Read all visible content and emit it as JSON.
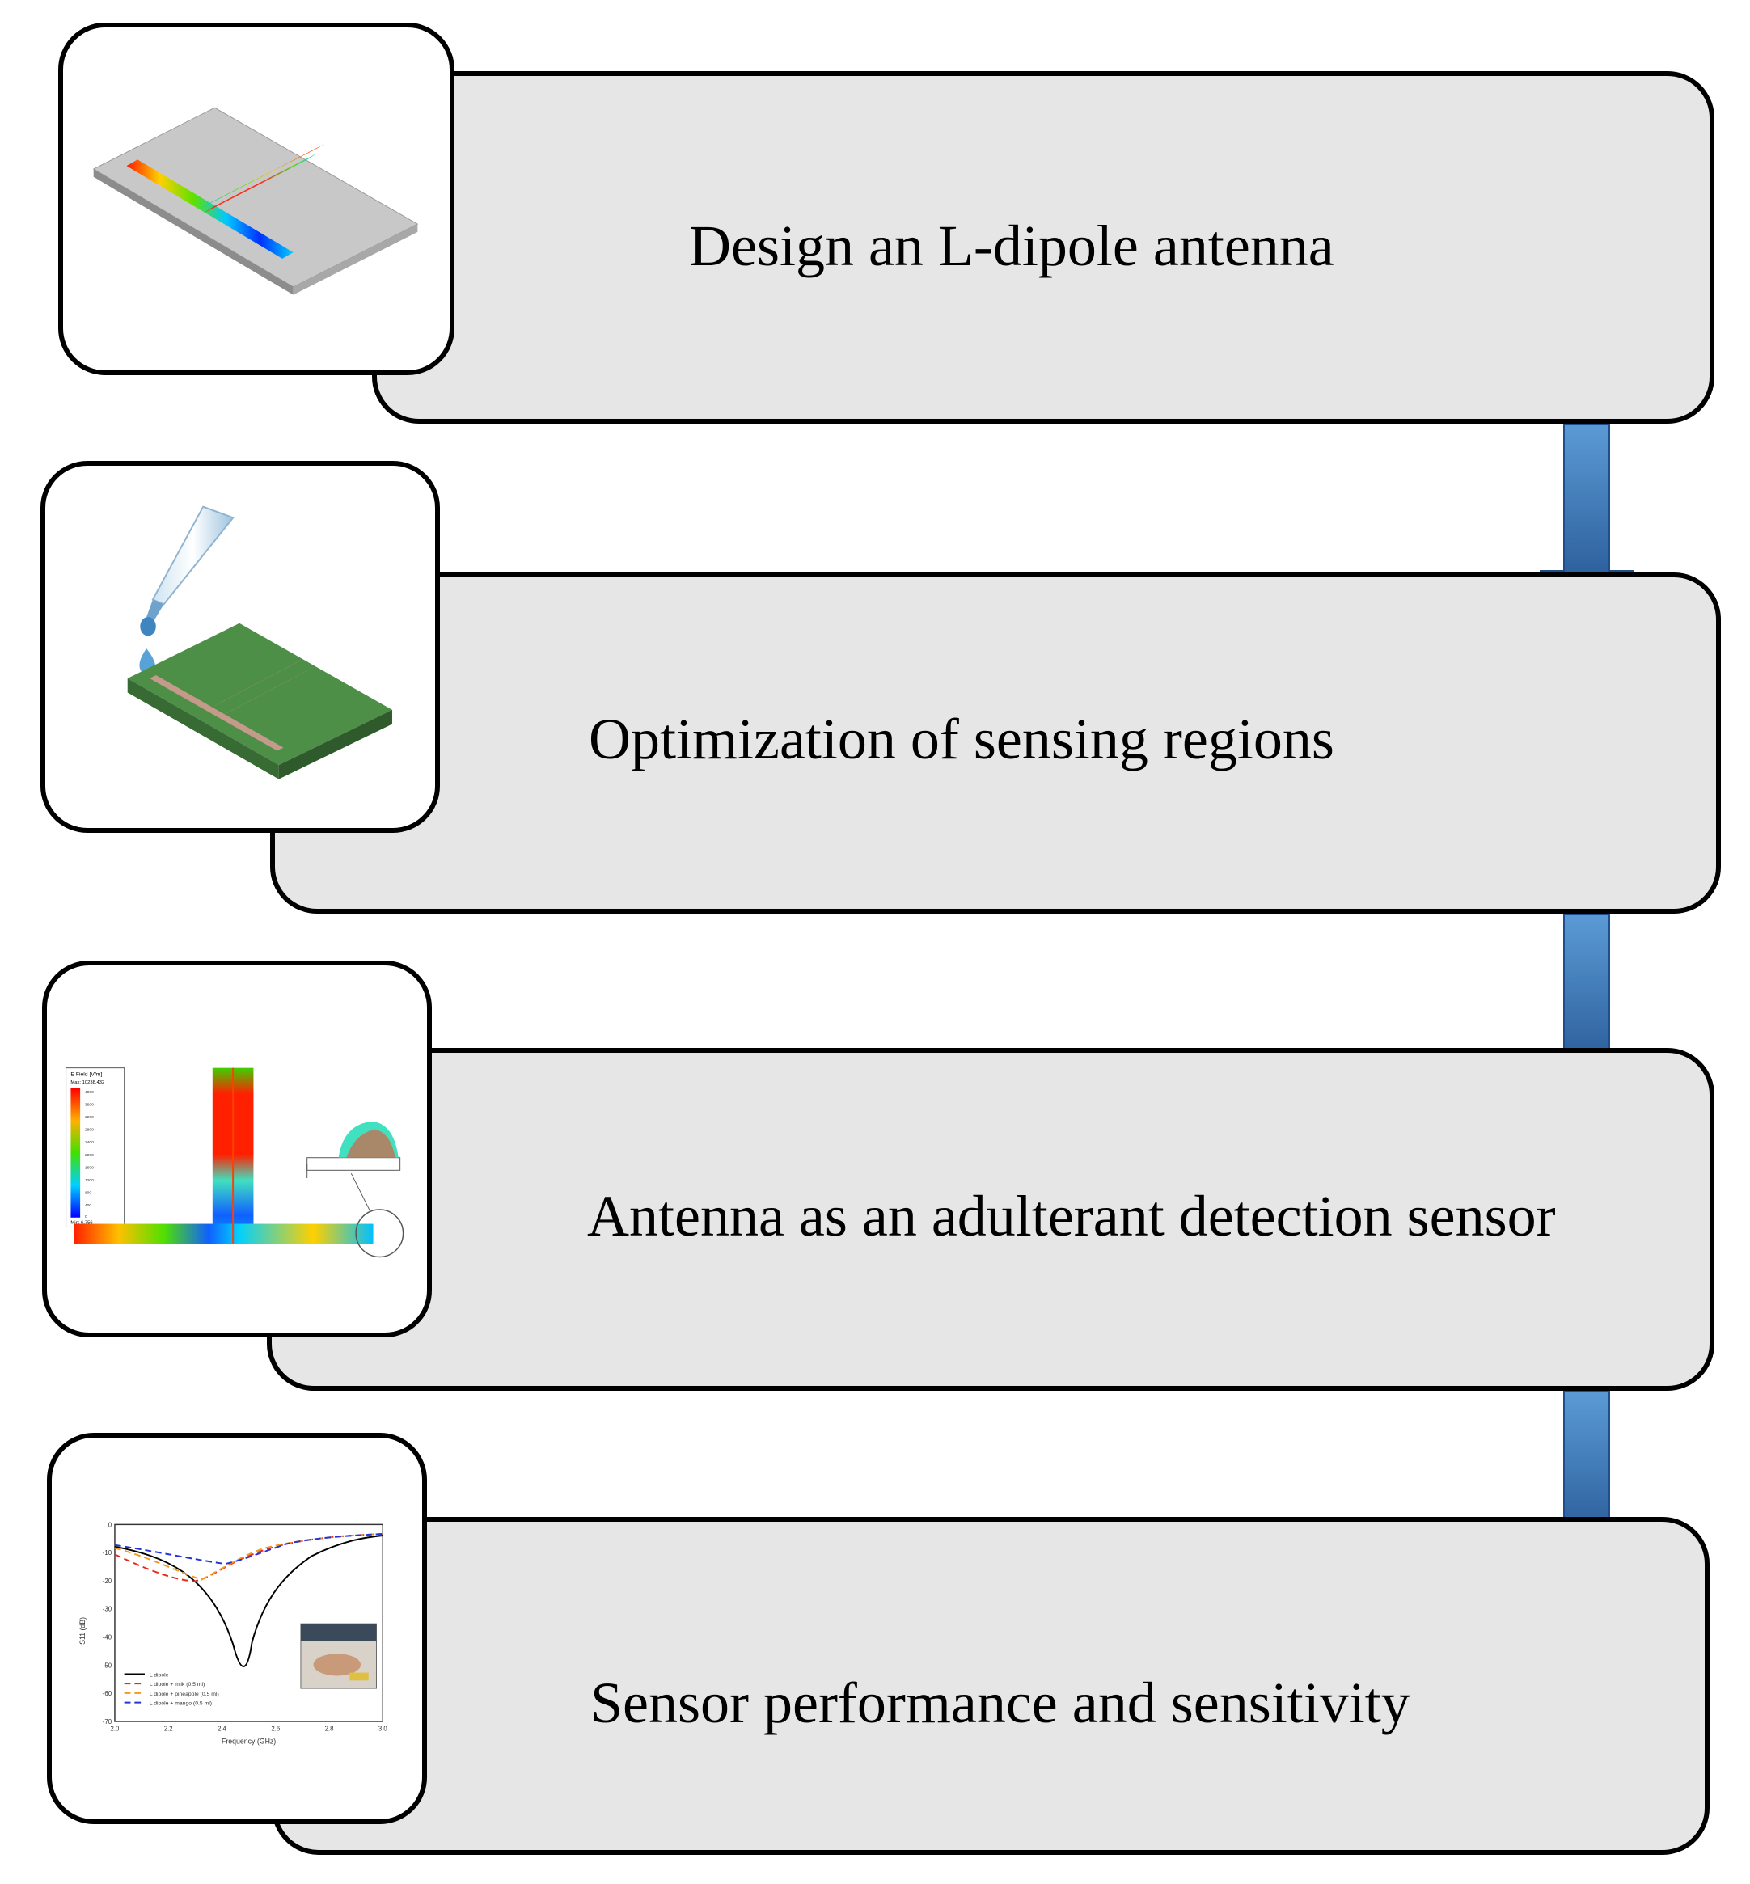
{
  "stages": [
    {
      "label": "Design an L-dipole antenna",
      "icon": "l-dipole-antenna-field-render"
    },
    {
      "label": "Optimization of sensing regions",
      "icon": "pipette-dropping-on-antenna-board"
    },
    {
      "label": "Antenna as an adulterant detection sensor",
      "icon": "e-field-distribution-map"
    },
    {
      "label": "Sensor performance and sensitivity",
      "icon": "s11-frequency-response-plot"
    }
  ],
  "efield_legend": {
    "title": "E Field [V/m]",
    "max": "Max: 10238.432",
    "min": "Min: 6.756",
    "ticks": [
      "4000",
      "3600",
      "3200",
      "2800",
      "2400",
      "2000",
      "1600",
      "1200",
      "800",
      "400",
      "0"
    ]
  },
  "s11_plot": {
    "ylabel": "S11 (dB)",
    "xlabel": "Frequency (GHz)",
    "xticks": [
      "2.0",
      "2.2",
      "2.4",
      "2.6",
      "2.8",
      "3.0"
    ],
    "yticks": [
      "0",
      "-10",
      "-20",
      "-30",
      "-40",
      "-50",
      "-60",
      "-70"
    ],
    "legend": [
      {
        "name": "L dipole",
        "color": "#000000",
        "dash": ""
      },
      {
        "name": "L dipole + milk (0.5 ml)",
        "color": "#e8291c",
        "dash": "8,5"
      },
      {
        "name": "L dipole + pineapple (0.5 ml)",
        "color": "#f39a1e",
        "dash": "8,5"
      },
      {
        "name": "L dipole + mango (0.5 ml)",
        "color": "#2335d6",
        "dash": "8,5"
      }
    ]
  },
  "colors": {
    "box_fill": "#e6e6e6",
    "arrow_top": "#5b9bd5",
    "arrow_bottom": "#1f4e8c"
  }
}
